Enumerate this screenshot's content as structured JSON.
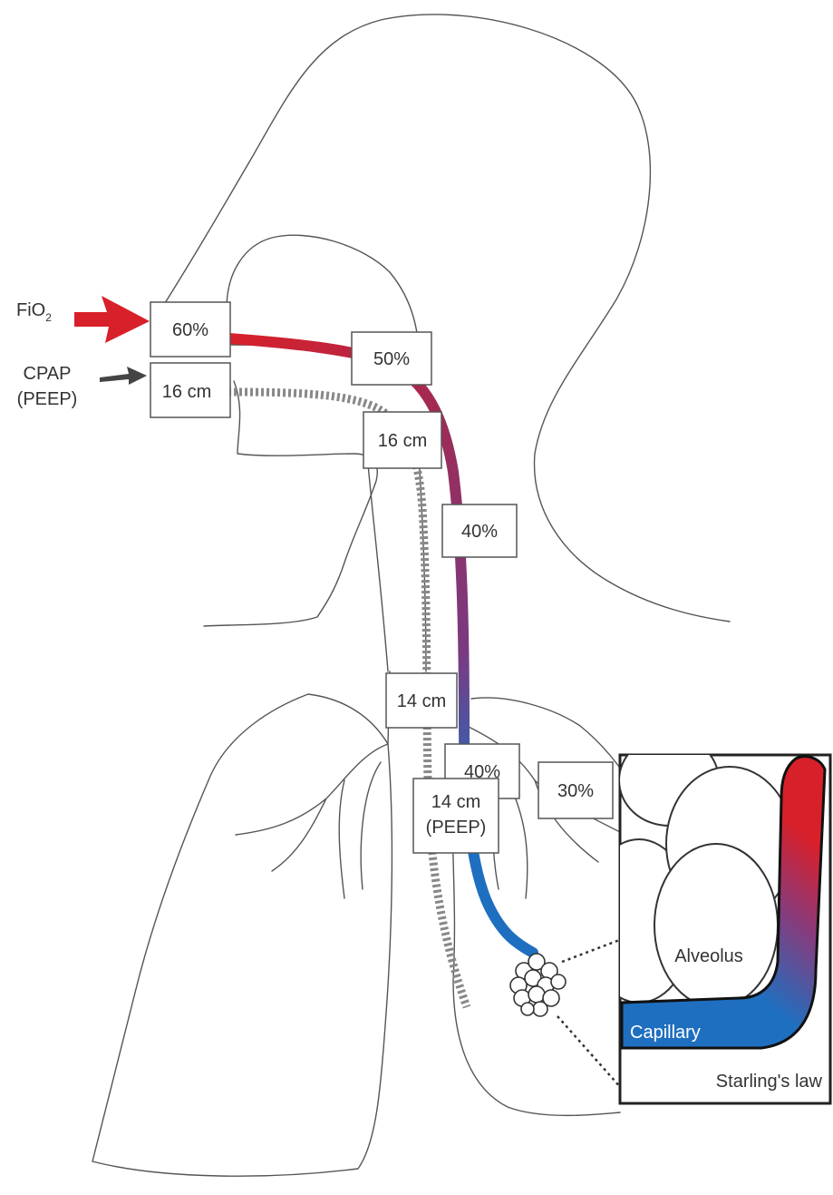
{
  "colors": {
    "oxygen_high": "#d8202a",
    "oxygen_mid": "#9a2a5a",
    "oxygen_low": "#1f6fc0",
    "pressure_line": "#888888",
    "outline": "#555555"
  },
  "inputs": {
    "fio2": {
      "label_main": "FiO",
      "label_sub": "2",
      "arrow_icon": "red-arrow-icon"
    },
    "cpap": {
      "label_line1": "CPAP",
      "label_line2": "(PEEP)",
      "arrow_icon": "gray-arrow-icon"
    }
  },
  "oxygen_labels": {
    "mouth": "60%",
    "pharynx": "50%",
    "trachea": "40%",
    "bronchus": "40%",
    "alveolar": "30%"
  },
  "pressure_labels": {
    "mouth": "16 cm",
    "pharynx": "16 cm",
    "trachea": "14 cm",
    "alveolar_line1": "14 cm",
    "alveolar_line2": "(PEEP)"
  },
  "inset": {
    "alveolus_label": "Alveolus",
    "capillary_label": "Capillary",
    "caption": "Starling's law"
  }
}
